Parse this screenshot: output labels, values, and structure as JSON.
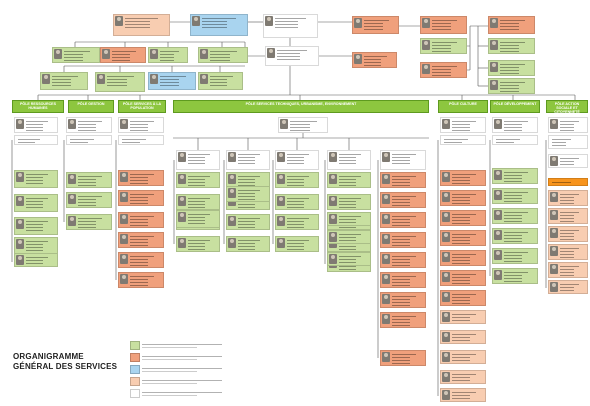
{
  "title": {
    "line1": "ORGANIGRAMME",
    "line2": "GÉNÉRAL DES SERVICES"
  },
  "poles": [
    "PÔLE RESSOURCES HUMAINES",
    "PÔLE GESTION",
    "PÔLE SERVICES À LA POPULATION",
    "PÔLE SERVICES TECHNIQUES, URBANISME, ENVIRONNEMENT",
    "PÔLE CULTURE",
    "PÔLE DÉVELOPPEMENT",
    "PÔLE ACTION SOCIALE ET CITOYENNETÉ"
  ],
  "colors": {
    "pole_header": "#8dc63f",
    "green": "#c8e0a0",
    "red": "#f0a07c",
    "blue": "#a9d4ef",
    "peach": "#f8cdb1",
    "orange": "#f7941d",
    "connector": "#555555"
  },
  "legend": [
    "green",
    "red",
    "blue",
    "peach",
    "white"
  ],
  "icons": [
    "person-photo-icon"
  ]
}
